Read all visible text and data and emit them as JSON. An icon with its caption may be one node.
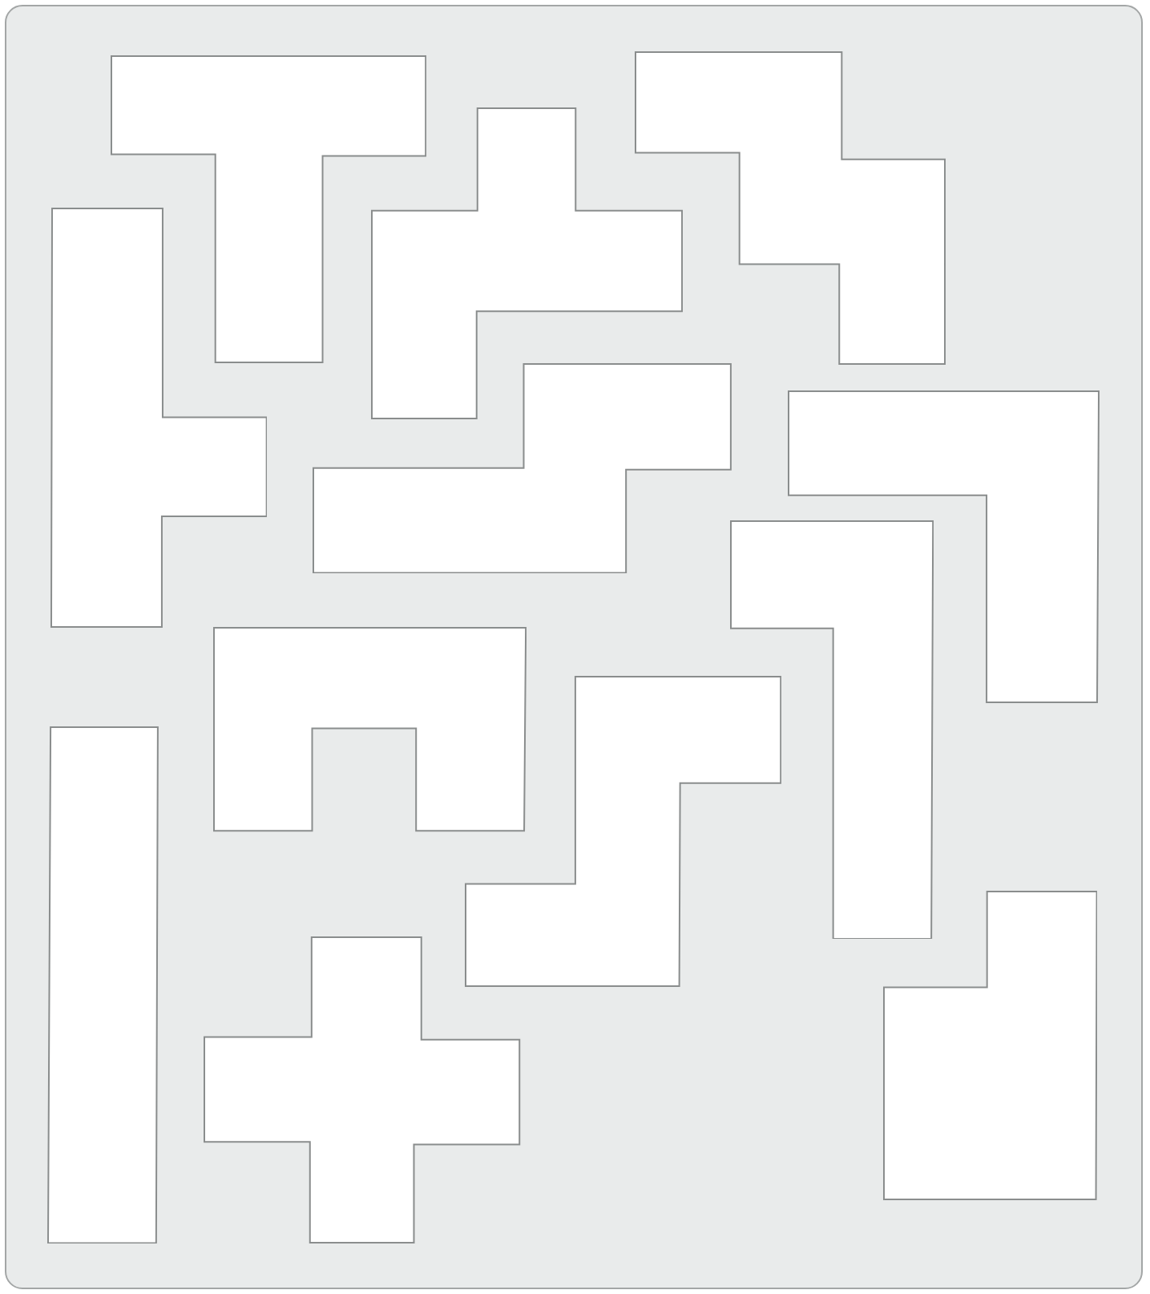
{
  "diagram": {
    "nodes": [
      {
        "text": [],
        "shape": "polygon"
      },
      {
        "text": [],
        "shape": "polygon"
      },
      {
        "text": [],
        "shape": "polygon"
      },
      {
        "text": [],
        "shape": "polygon"
      },
      {
        "text": [],
        "shape": "polygon"
      },
      {
        "text": [],
        "shape": "polygon"
      },
      {
        "text": [],
        "shape": "polygon"
      },
      {
        "text": [],
        "shape": "polygon"
      },
      {
        "text": [],
        "shape": "polygon"
      },
      {
        "text": [],
        "shape": "polygon"
      },
      {
        "text": [],
        "shape": "polygon"
      },
      {
        "text": [],
        "shape": "polygon"
      }
    ]
  }
}
